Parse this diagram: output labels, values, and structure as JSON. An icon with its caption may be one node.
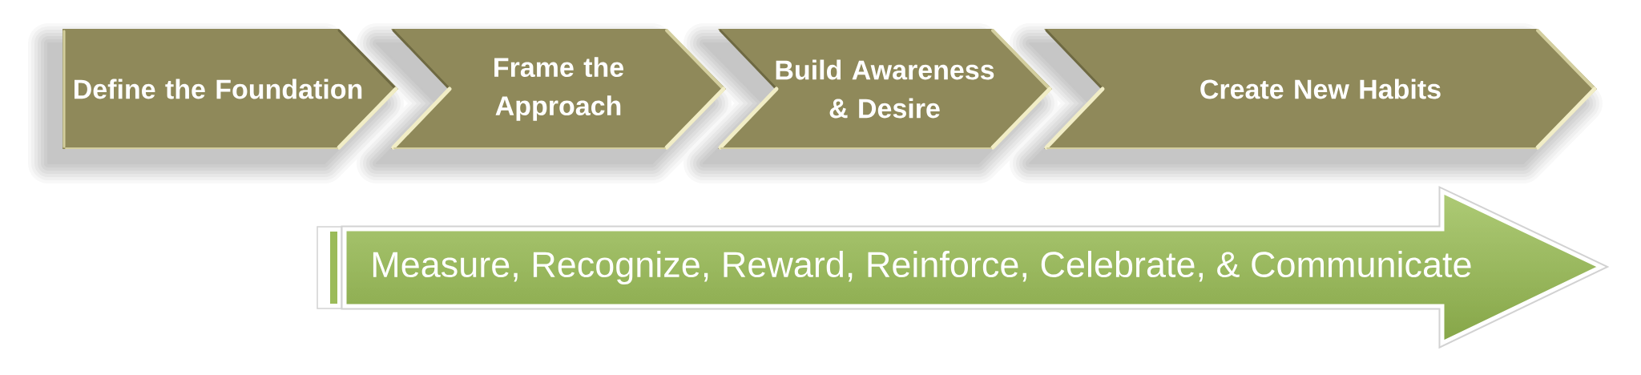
{
  "diagram": {
    "nodes": [
      {
        "text": [
          "Define the Foundation"
        ]
      },
      {
        "text": [
          "Frame the Approach"
        ]
      },
      {
        "text": [
          "Build Awareness & Desire"
        ]
      },
      {
        "text": [
          "Create New Habits"
        ]
      },
      {
        "text": [
          "Measure, Recognize, Reward, Reinforce, Celebrate, & Communicate"
        ]
      }
    ]
  }
}
